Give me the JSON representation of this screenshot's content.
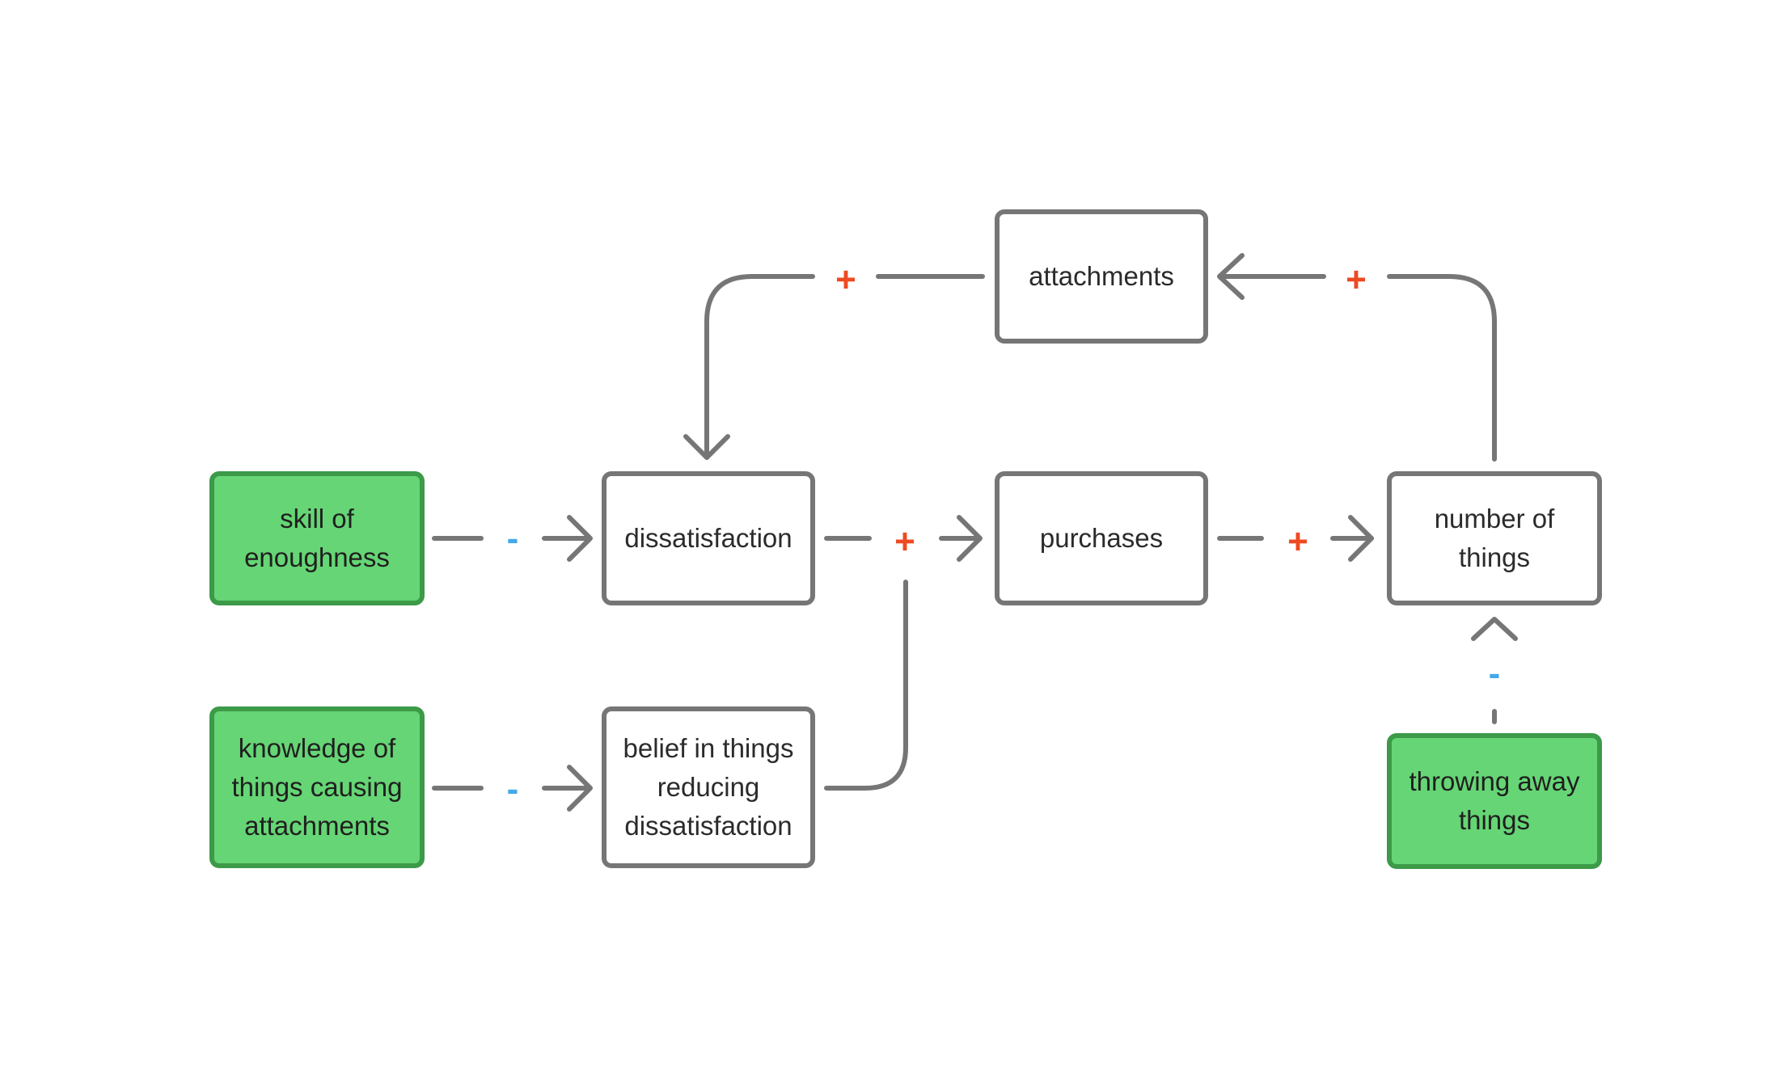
{
  "colors": {
    "node_border": "#767676",
    "node_fill": "#ffffff",
    "intervention_fill": "#66d575",
    "intervention_border": "#3c9a48",
    "connector": "#767676",
    "positive_sign": "#ee4a22",
    "negative_sign": "#45a8e8"
  },
  "nodes": {
    "attachments": "attachments",
    "dissatisfaction": "dissatisfaction",
    "purchases": "purchases",
    "number_of_things": "number of\nthings",
    "belief": "belief in things\nreducing\ndissatisfaction",
    "skill": "skill of\nenoughness",
    "knowledge": "knowledge of\nthings causing\nattachments",
    "throwing_away": "throwing away\nthings"
  },
  "links": [
    {
      "from": "attachments",
      "to": "dissatisfaction",
      "sign": "+"
    },
    {
      "from": "number_of_things",
      "to": "attachments",
      "sign": "+"
    },
    {
      "from": "dissatisfaction",
      "to": "purchases",
      "sign": "+"
    },
    {
      "from": "belief",
      "to": "purchases",
      "sign": "+"
    },
    {
      "from": "purchases",
      "to": "number_of_things",
      "sign": "+"
    },
    {
      "from": "skill",
      "to": "dissatisfaction",
      "sign": "-"
    },
    {
      "from": "knowledge",
      "to": "belief",
      "sign": "-"
    },
    {
      "from": "throwing_away",
      "to": "number_of_things",
      "sign": "-"
    }
  ]
}
